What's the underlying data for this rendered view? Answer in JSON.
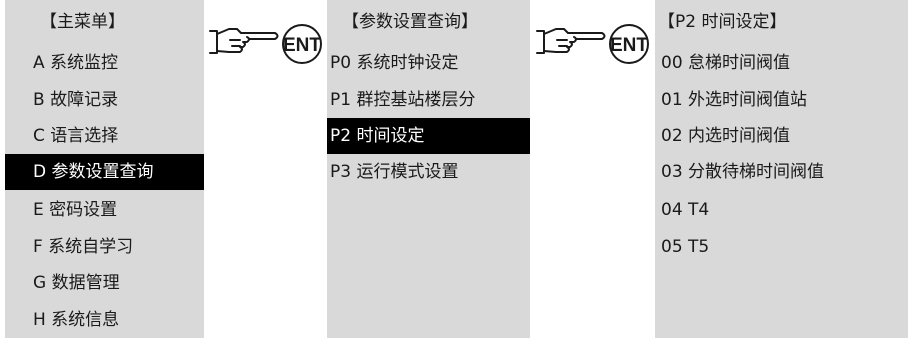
{
  "colors": {
    "panel_bg": "#d9d9d9",
    "selected_bg": "#000000",
    "selected_fg": "#ffffff"
  },
  "main_menu": {
    "title": "【主菜单】",
    "items": [
      {
        "label": "A 系统监控"
      },
      {
        "label": "B 故障记录"
      },
      {
        "label": "C 语言选择"
      },
      {
        "label": "D 参数设置查询",
        "selected": true
      },
      {
        "label": "E 密码设置"
      },
      {
        "label": "F 系统自学习"
      },
      {
        "label": "G 数据管理"
      },
      {
        "label": "H 系统信息"
      }
    ]
  },
  "arrow_1": {
    "icon": "pointing-hand-icon",
    "key_label": "ENT"
  },
  "param_menu": {
    "title": "【参数设置查询】",
    "items": [
      {
        "label": "P0 系统时钟设定"
      },
      {
        "label": "P1 群控基站楼层分"
      },
      {
        "label": "P2 时间设定",
        "selected": true
      },
      {
        "label": "P3 运行模式设置"
      }
    ]
  },
  "arrow_2": {
    "icon": "pointing-hand-icon",
    "key_label": "ENT"
  },
  "time_menu": {
    "title": "【P2 时间设定】",
    "items": [
      {
        "label": "00 怠梯时间阀值"
      },
      {
        "label": "01 外选时间阀值站"
      },
      {
        "label": "02  内选时间阀值"
      },
      {
        "label": "03  分散待梯时间阀值"
      },
      {
        "label": "04 T4"
      },
      {
        "label": "05 T5"
      }
    ]
  }
}
